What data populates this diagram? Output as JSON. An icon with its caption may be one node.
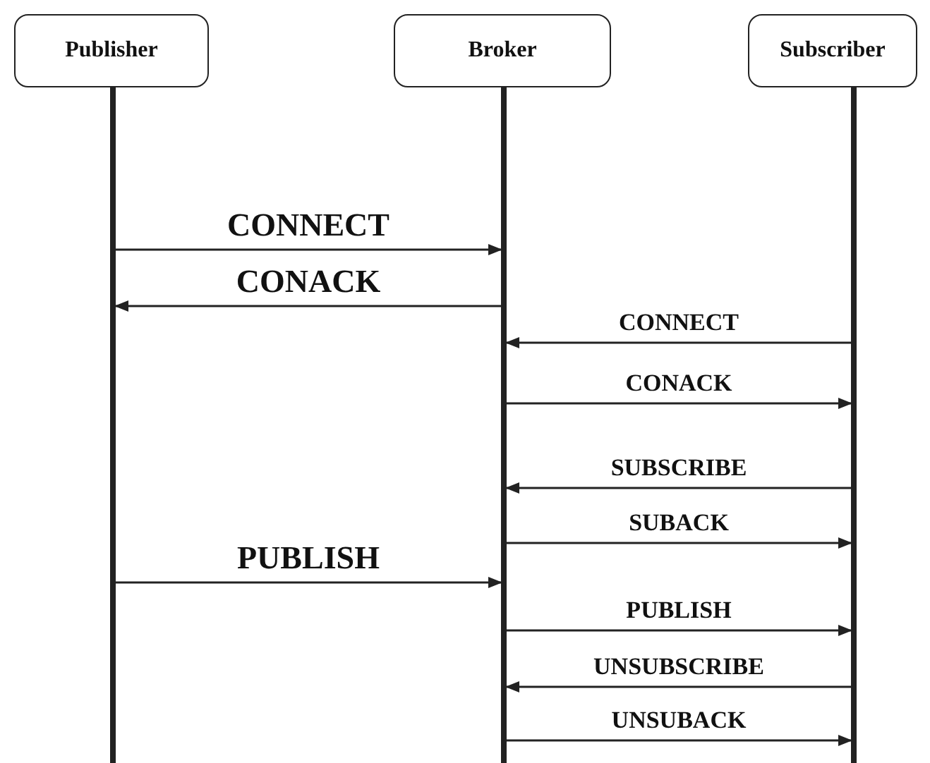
{
  "diagram": {
    "nodes": [
      {
        "text": [
          "Publisher"
        ]
      },
      {
        "text": [
          "Broker"
        ]
      },
      {
        "text": [
          "Subscriber"
        ]
      }
    ],
    "edges": [
      {
        "from": 0,
        "to": 1,
        "arrow": "to",
        "label": "CONNECT"
      },
      {
        "from": 1,
        "to": 0,
        "arrow": "to",
        "label": "CONACK"
      },
      {
        "from": 2,
        "to": 1,
        "arrow": "to",
        "label": "CONNECT"
      },
      {
        "from": 1,
        "to": 2,
        "arrow": "to",
        "label": "CONACK"
      },
      {
        "from": 2,
        "to": 1,
        "arrow": "to",
        "label": "SUBSCRIBE"
      },
      {
        "from": 1,
        "to": 2,
        "arrow": "to",
        "label": "SUBACK"
      },
      {
        "from": 0,
        "to": 1,
        "arrow": "to",
        "label": "PUBLISH"
      },
      {
        "from": 1,
        "to": 2,
        "arrow": "to",
        "label": "PUBLISH"
      },
      {
        "from": 2,
        "to": 1,
        "arrow": "to",
        "label": "UNSUBSCRIBE"
      },
      {
        "from": 1,
        "to": 2,
        "arrow": "to",
        "label": "UNSUBACK"
      }
    ]
  }
}
